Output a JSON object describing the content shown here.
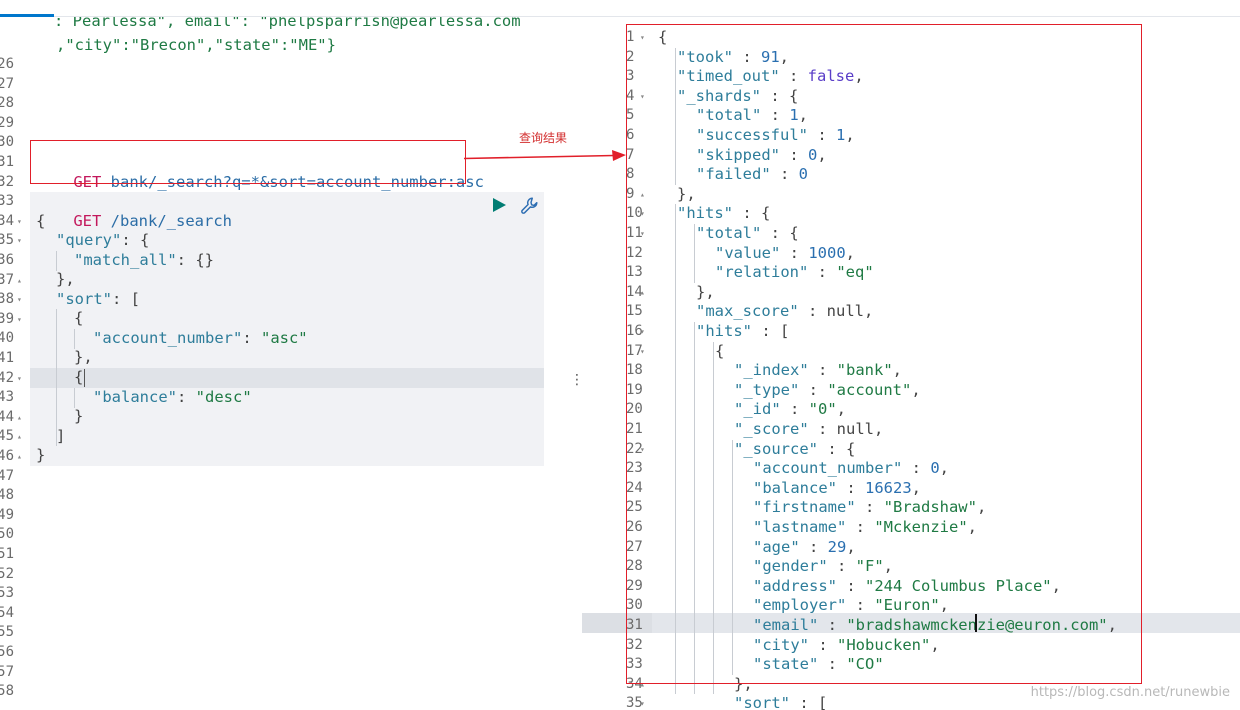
{
  "left_editor": {
    "top_partial_line": ": Pearlessa\", email\": \"phelpsparrish@pearlessa.com",
    "line_numbers": [
      "26",
      "27",
      "28",
      "29",
      "30",
      "31",
      "32",
      "33",
      "34",
      "35",
      "36",
      "37",
      "38",
      "39",
      "40",
      "41",
      "42",
      "43",
      "44",
      "45",
      "46",
      "47",
      "48",
      "49",
      "50",
      "51",
      "52",
      "53",
      "54",
      "55",
      "56",
      "57",
      "58"
    ],
    "continuation_line": ",\"city\":\"Brecon\",\"state\":\"ME\"}",
    "query_string_request": "GET bank/_search?q=*&sort=account_number:asc",
    "request_method": "GET",
    "request_path": "/bank/_search",
    "body": {
      "l1": "{",
      "l2_key": "\"query\"",
      "l2_rest": ": {",
      "l3_key": "\"match_all\"",
      "l3_rest": ": {}",
      "l4": "},",
      "l5_key": "\"sort\"",
      "l5_rest": ": [",
      "l6": "{",
      "l7_key": "\"account_number\"",
      "l7_sep": ": ",
      "l7_val": "\"asc\"",
      "l8": "},",
      "l9": "{",
      "l10_key": "\"balance\"",
      "l10_sep": ": ",
      "l10_val": "\"desc\"",
      "l11": "}",
      "l12": "]",
      "l13": "}"
    },
    "actions": {
      "run_icon": "play-icon",
      "settings_icon": "wrench-icon"
    }
  },
  "annotation": {
    "label": "查询结果",
    "color": "#e11f2a"
  },
  "right_editor": {
    "line_numbers": [
      "1",
      "2",
      "3",
      "4",
      "5",
      "6",
      "7",
      "8",
      "9",
      "10",
      "11",
      "12",
      "13",
      "14",
      "15",
      "16",
      "17",
      "18",
      "19",
      "20",
      "21",
      "22",
      "23",
      "24",
      "25",
      "26",
      "27",
      "28",
      "29",
      "30",
      "31",
      "32",
      "33",
      "34",
      "35"
    ],
    "lines": [
      [
        "p",
        "{"
      ],
      [
        "k",
        "\"took\"",
        "p",
        " : ",
        "n",
        "91",
        "p",
        ","
      ],
      [
        "k",
        "\"timed_out\"",
        "p",
        " : ",
        "b",
        "false",
        "p",
        ","
      ],
      [
        "k",
        "\"_shards\"",
        "p",
        " : {"
      ],
      [
        "k",
        "\"total\"",
        "p",
        " : ",
        "n",
        "1",
        "p",
        ","
      ],
      [
        "k",
        "\"successful\"",
        "p",
        " : ",
        "n",
        "1",
        "p",
        ","
      ],
      [
        "k",
        "\"skipped\"",
        "p",
        " : ",
        "n",
        "0",
        "p",
        ","
      ],
      [
        "k",
        "\"failed\"",
        "p",
        " : ",
        "n",
        "0"
      ],
      [
        "p",
        "},"
      ],
      [
        "k",
        "\"hits\"",
        "p",
        " : {"
      ],
      [
        "k",
        "\"total\"",
        "p",
        " : {"
      ],
      [
        "k",
        "\"value\"",
        "p",
        " : ",
        "n",
        "1000",
        "p",
        ","
      ],
      [
        "k",
        "\"relation\"",
        "p",
        " : ",
        "s",
        "\"eq\""
      ],
      [
        "p",
        "},"
      ],
      [
        "k",
        "\"max_score\"",
        "p",
        " : null,"
      ],
      [
        "k",
        "\"hits\"",
        "p",
        " : ["
      ],
      [
        "p",
        "{"
      ],
      [
        "k",
        "\"_index\"",
        "p",
        " : ",
        "s",
        "\"bank\"",
        "p",
        ","
      ],
      [
        "k",
        "\"_type\"",
        "p",
        " : ",
        "s",
        "\"account\"",
        "p",
        ","
      ],
      [
        "k",
        "\"_id\"",
        "p",
        " : ",
        "s",
        "\"0\"",
        "p",
        ","
      ],
      [
        "k",
        "\"_score\"",
        "p",
        " : null,"
      ],
      [
        "k",
        "\"_source\"",
        "p",
        " : {"
      ],
      [
        "k",
        "\"account_number\"",
        "p",
        " : ",
        "n",
        "0",
        "p",
        ","
      ],
      [
        "k",
        "\"balance\"",
        "p",
        " : ",
        "n",
        "16623",
        "p",
        ","
      ],
      [
        "k",
        "\"firstname\"",
        "p",
        " : ",
        "s",
        "\"Bradshaw\"",
        "p",
        ","
      ],
      [
        "k",
        "\"lastname\"",
        "p",
        " : ",
        "s",
        "\"Mckenzie\"",
        "p",
        ","
      ],
      [
        "k",
        "\"age\"",
        "p",
        " : ",
        "n",
        "29",
        "p",
        ","
      ],
      [
        "k",
        "\"gender\"",
        "p",
        " : ",
        "s",
        "\"F\"",
        "p",
        ","
      ],
      [
        "k",
        "\"address\"",
        "p",
        " : ",
        "s",
        "\"244 Columbus Place\"",
        "p",
        ","
      ],
      [
        "k",
        "\"employer\"",
        "p",
        " : ",
        "s",
        "\"Euron\"",
        "p",
        ","
      ],
      [
        "k",
        "\"email\"",
        "p",
        " : ",
        "s",
        "\"bradshawmckenzie@euron.com\"",
        "p",
        ","
      ],
      [
        "k",
        "\"city\"",
        "p",
        " : ",
        "s",
        "\"Hobucken\"",
        "p",
        ","
      ],
      [
        "k",
        "\"state\"",
        "p",
        " : ",
        "s",
        "\"CO\""
      ],
      [
        "p",
        "},"
      ],
      [
        "k",
        "\"sort\"",
        "p",
        " : ["
      ]
    ]
  },
  "watermark": "https://blog.csdn.net/runewbie"
}
